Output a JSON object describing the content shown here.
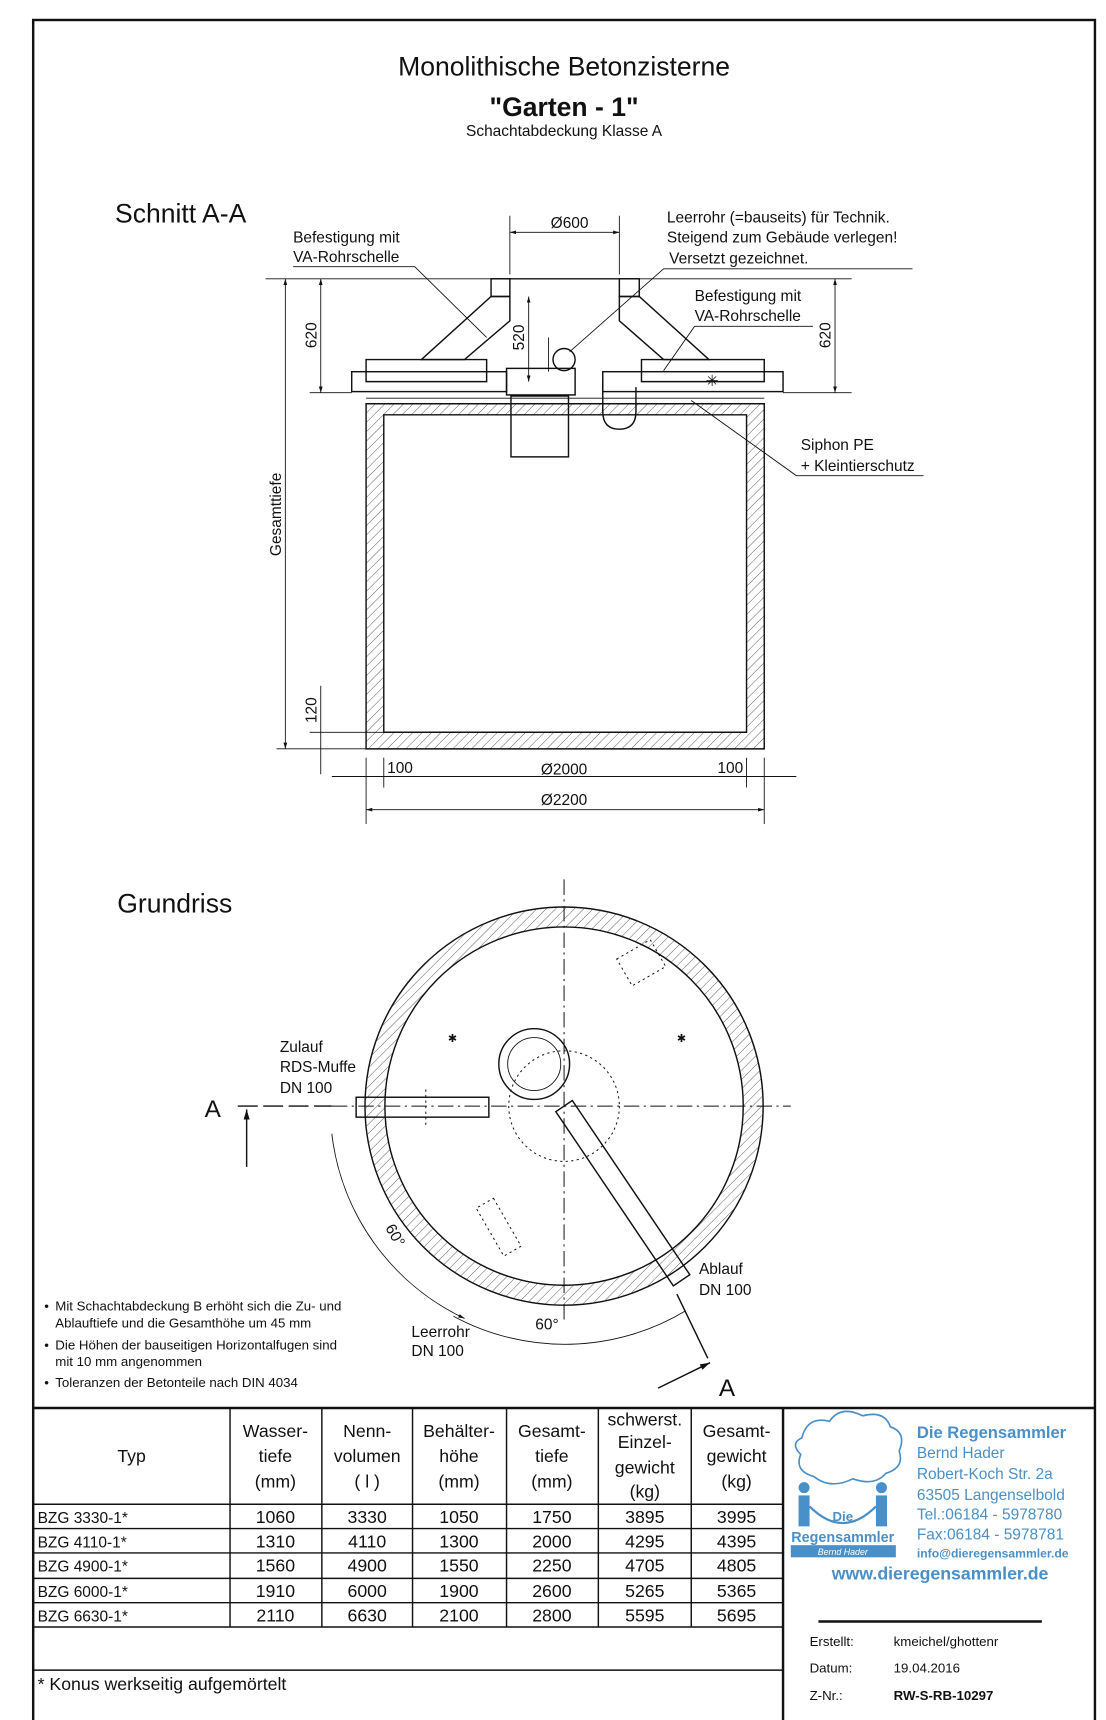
{
  "title": {
    "line1": "Monolithische Betonzisterne",
    "line2": "\"Garten - 1\"",
    "line3": "Schachtabdeckung Klasse A"
  },
  "section": {
    "heading": "Schnitt A-A",
    "labels": {
      "fastening_left_1": "Befestigung mit",
      "fastening_left_2": "VA-Rohrschelle",
      "conduit_1": "Leerrohr (=bauseits) für Technik.",
      "conduit_2": "Steigend zum Gebäude verlegen!",
      "conduit_3": "Versetzt gezeichnet.",
      "fastening_right_1": "Befestigung mit",
      "fastening_right_2": "VA-Rohrschelle",
      "siphon_1": "Siphon PE",
      "siphon_2": "+ Kleintierschutz"
    },
    "dimensions": {
      "d600": "Ø600",
      "h520": "520",
      "h620_left": "620",
      "h620_right": "620",
      "total_depth": "Gesamttiefe",
      "h120": "120",
      "wall_left": "100",
      "wall_right": "100",
      "d2000": "Ø2000",
      "d2200": "Ø2200"
    }
  },
  "plan": {
    "heading": "Grundriss",
    "section_mark": "A",
    "section_mark_2": "A",
    "inlet_1": "Zulauf",
    "inlet_2": "RDS-Muffe",
    "inlet_3": "DN 100",
    "outlet_1": "Ablauf",
    "outlet_2": "DN 100",
    "conduit_1": "Leerrohr",
    "conduit_2": "DN 100",
    "angle_1": "60°",
    "angle_2": "60°"
  },
  "notes": [
    [
      "Mit Schachtabdeckung B erhöht sich  die Zu- und",
      "Ablauftiefe und die Gesamthöhe  um 45 mm"
    ],
    [
      "Die Höhen der bauseitigen Horizontalfugen  sind",
      "mit 10 mm angenommen"
    ],
    [
      "Toleranzen der Betonteile nach DIN 4034"
    ]
  ],
  "table": {
    "headers": [
      [
        "Typ"
      ],
      [
        "Wasser-",
        "tiefe",
        "(mm)"
      ],
      [
        "Nenn-",
        "volumen",
        "( l )"
      ],
      [
        "Behälter-",
        "höhe",
        "(mm)"
      ],
      [
        "Gesamt-",
        "tiefe",
        "(mm)"
      ],
      [
        "schwerst.",
        "Einzel-",
        "gewicht",
        "(kg)"
      ],
      [
        "Gesamt-",
        "gewicht",
        "(kg)"
      ]
    ],
    "rows": [
      [
        "BZG 3330-1*",
        "1060",
        "3330",
        "1050",
        "1750",
        "3895",
        "3995"
      ],
      [
        "BZG 4110-1*",
        "1310",
        "4110",
        "1300",
        "2000",
        "4295",
        "4395"
      ],
      [
        "BZG 4900-1*",
        "1560",
        "4900",
        "1550",
        "2250",
        "4705",
        "4805"
      ],
      [
        "BZG 6000-1*",
        "1910",
        "6000",
        "1900",
        "2600",
        "5265",
        "5365"
      ],
      [
        "BZG 6630-1*",
        "2110",
        "6630",
        "2100",
        "2800",
        "5595",
        "5695"
      ]
    ],
    "footnote": "* Konus werkseitig aufgemörtelt"
  },
  "company": {
    "logo_text_1": "Die",
    "logo_text_2": "Regensammler",
    "logo_text_3": "Bernd Hader",
    "name": "Die Regensammler",
    "owner": "Bernd Hader",
    "street": "Robert-Koch Str. 2a",
    "city": "63505 Langenselbold",
    "phone": "Tel.:06184 - 5978780",
    "fax": "Fax:06184 - 5978781",
    "email": "info@dieregensammler.de",
    "website": "www.dieregensammler.de",
    "color": "#4a90c8"
  },
  "title_block": {
    "created_label": "Erstellt:",
    "created_value": "kmeichel/ghottenr",
    "date_label": "Datum:",
    "date_value": "19.04.2016",
    "number_label": "Z-Nr.:",
    "number_value": "RW-S-RB-10297"
  }
}
